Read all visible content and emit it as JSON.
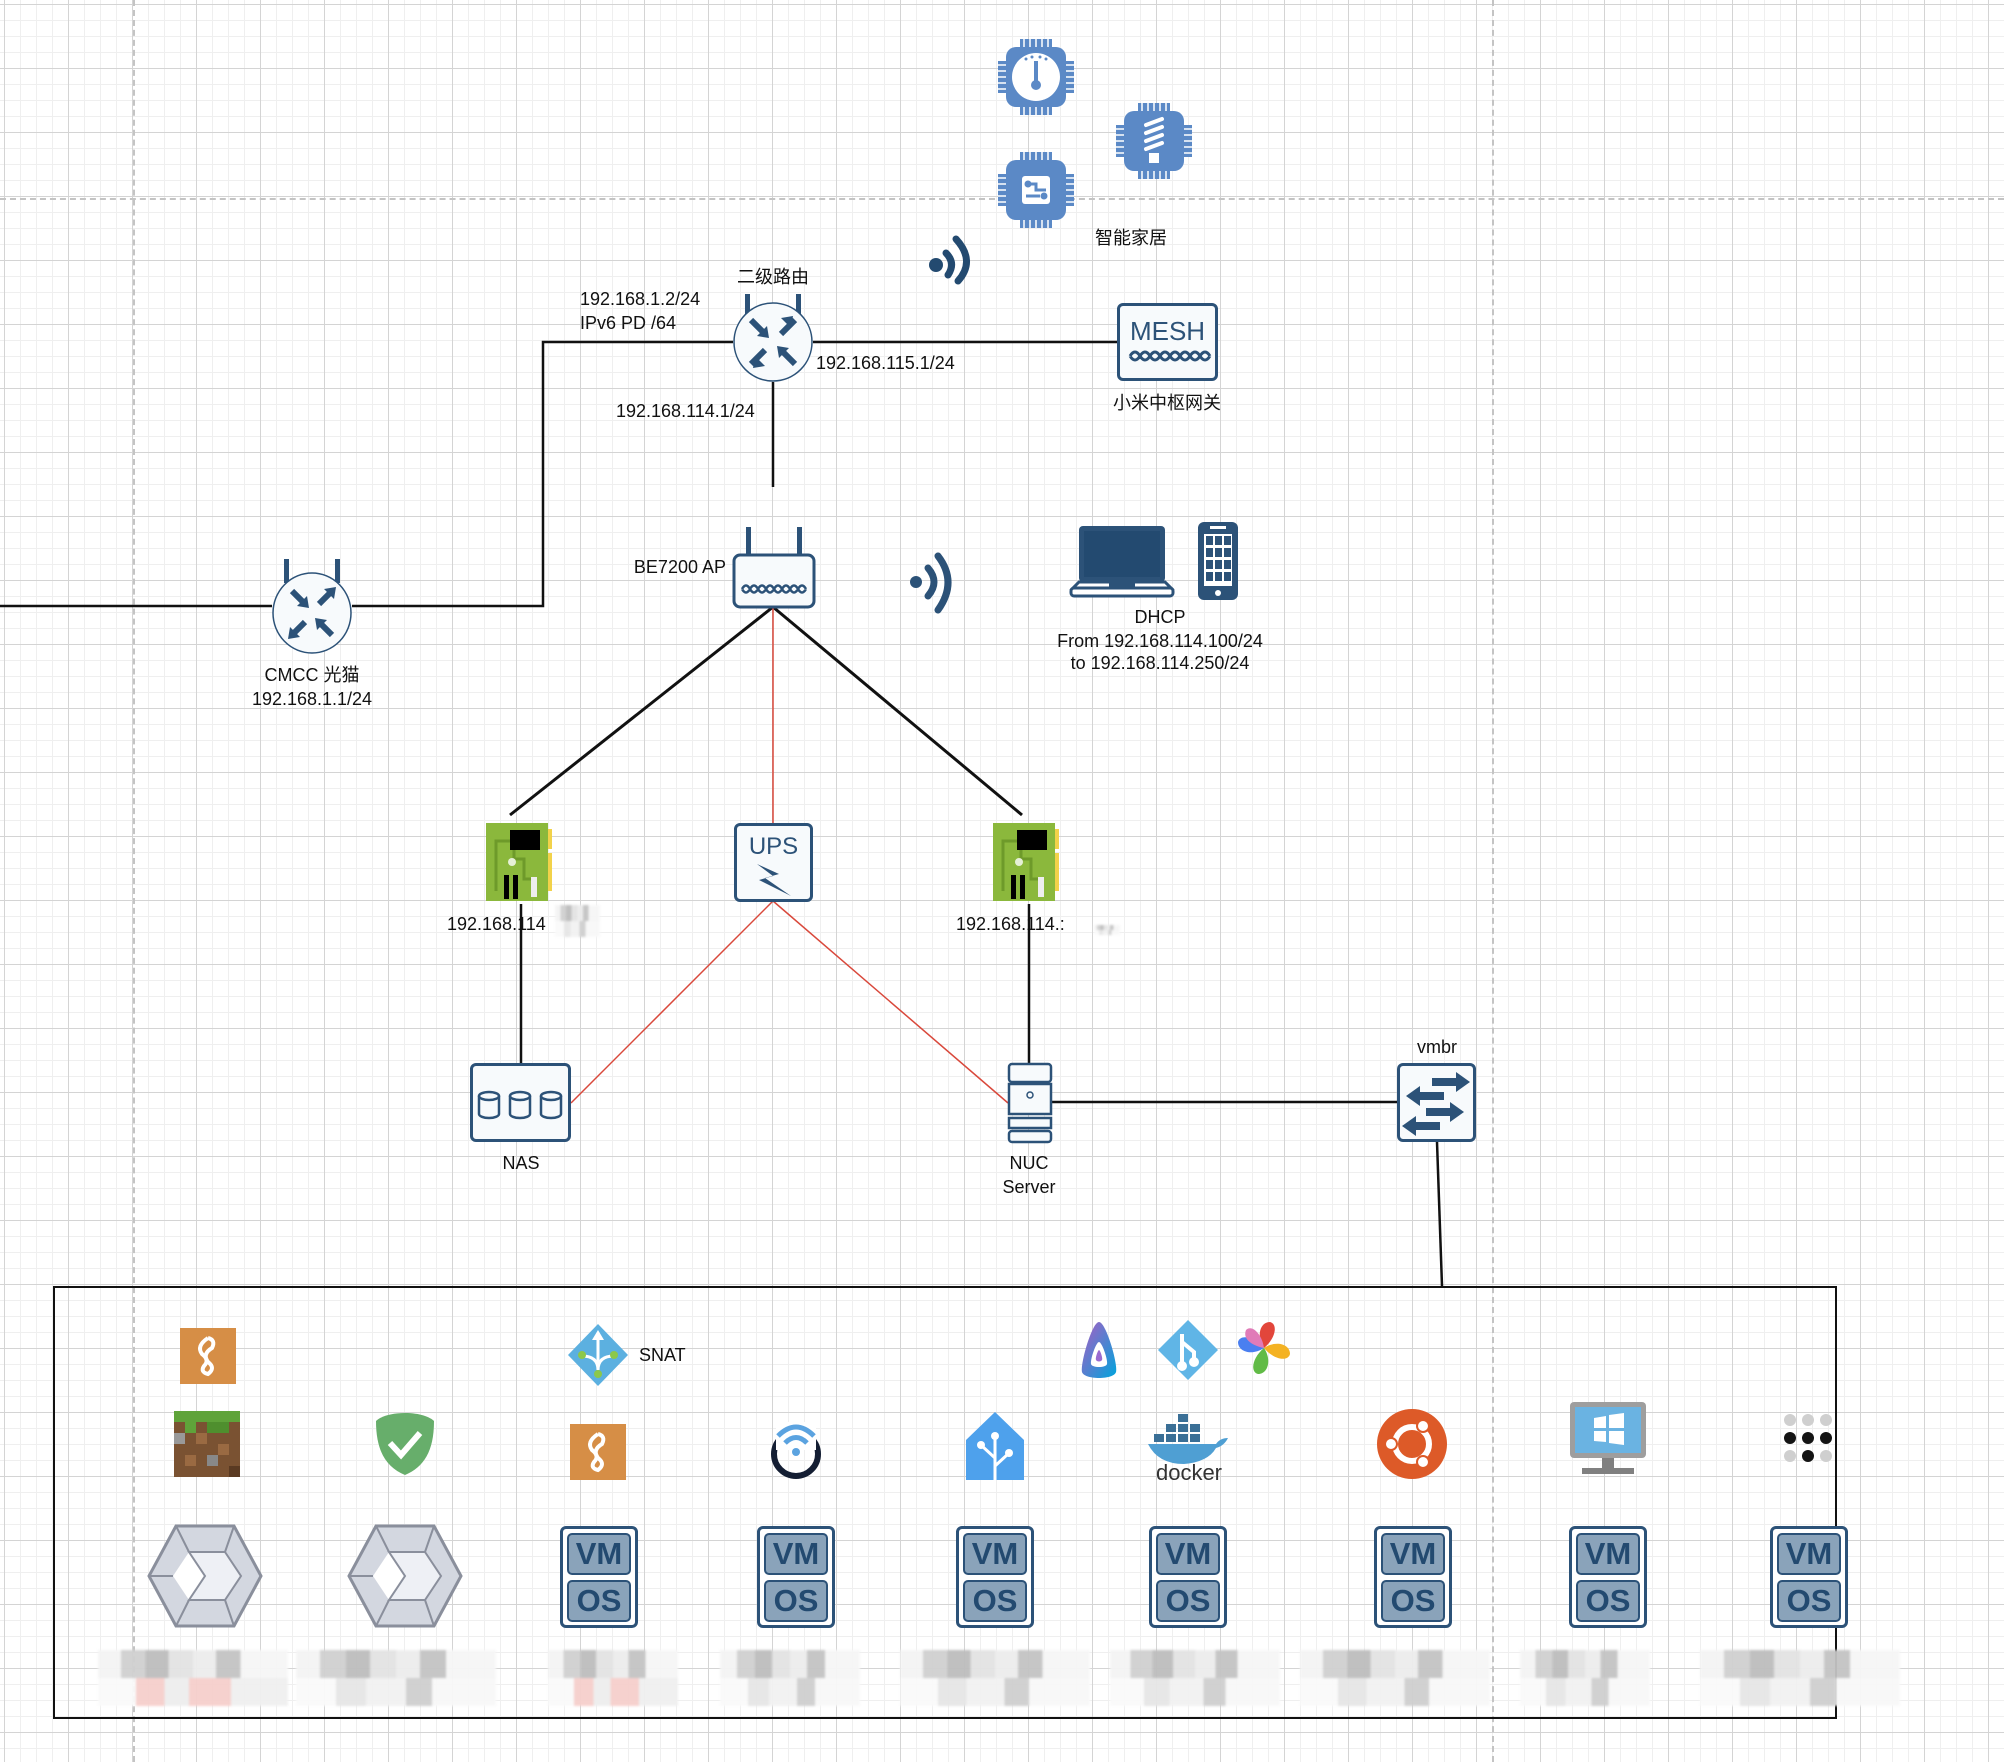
{
  "diagram": {
    "title": "Home network topology",
    "colors": {
      "icon_navy": "#2c5278",
      "iot_blue": "#5b89c6",
      "link_black": "#111111",
      "power_link_red": "#d9483b",
      "board_green": "#8bb83c",
      "container_border": "#111111"
    },
    "smart_home": {
      "label": "智能家居",
      "devices": [
        {
          "icon": "thermometer-chip-icon"
        },
        {
          "icon": "lightbulb-chip-icon"
        },
        {
          "icon": "circuit-chip-icon"
        }
      ]
    },
    "secondary_router": {
      "label": "二级路由",
      "wan_ip": "192.168.1.2/24",
      "wan_ipv6": "IPv6 PD /64",
      "lan_115": "192.168.115.1/24",
      "lan_114": "192.168.114.1/24"
    },
    "mesh_gateway": {
      "box_text": "MESH",
      "label": "小米中枢网关"
    },
    "modem": {
      "label_line1": "CMCC 光猫",
      "label_line2": "192.168.1.1/24"
    },
    "access_point": {
      "label": "BE7200 AP"
    },
    "clients": {
      "dhcp_title": "DHCP",
      "dhcp_from": "From 192.168.114.100/24",
      "dhcp_to": "to 192.168.114.250/24",
      "devices": [
        {
          "icon": "laptop-icon"
        },
        {
          "icon": "smartphone-icon"
        }
      ]
    },
    "nic_left": {
      "ip_label": "192.168.114"
    },
    "nic_right": {
      "ip_label": "192.168.114.:"
    },
    "ups": {
      "box_text": "UPS"
    },
    "nas": {
      "label": "NAS"
    },
    "nuc": {
      "label_line1": "NUC",
      "label_line2": "Server"
    },
    "bridge": {
      "label": "vmbr"
    },
    "guests": {
      "snat_label": "SNAT",
      "items": [
        {
          "type": "lxc",
          "apps": [
            "wireguard-icon",
            "minecraft-icon"
          ],
          "name_redacted": true
        },
        {
          "type": "lxc",
          "apps": [
            "adguard-shield-icon"
          ],
          "name_redacted": true
        },
        {
          "type": "vm",
          "apps": [
            "azure-nat-icon",
            "wireguard-icon"
          ],
          "vm_text": "VM",
          "os_text": "OS",
          "name_redacted": true
        },
        {
          "type": "vm",
          "apps": [
            "openwrt-wifi-icon"
          ],
          "vm_text": "VM",
          "os_text": "OS",
          "name_redacted": true
        },
        {
          "type": "vm",
          "apps": [
            "home-assistant-icon"
          ],
          "vm_text": "VM",
          "os_text": "OS",
          "name_redacted": true
        },
        {
          "type": "vm",
          "apps": [
            "jellyfin-icon",
            "git-icon",
            "photos-pinwheel-icon",
            "docker-icon"
          ],
          "vm_text": "VM",
          "os_text": "OS",
          "name_redacted": true
        },
        {
          "type": "vm",
          "apps": [
            "ubuntu-icon"
          ],
          "vm_text": "VM",
          "os_text": "OS",
          "name_redacted": true
        },
        {
          "type": "vm",
          "apps": [
            "windows-desktop-icon"
          ],
          "vm_text": "VM",
          "os_text": "OS",
          "name_redacted": true
        },
        {
          "type": "vm",
          "apps": [
            "tailscale-icon"
          ],
          "vm_text": "VM",
          "os_text": "OS",
          "name_redacted": true
        }
      ],
      "docker_text": "docker"
    }
  }
}
